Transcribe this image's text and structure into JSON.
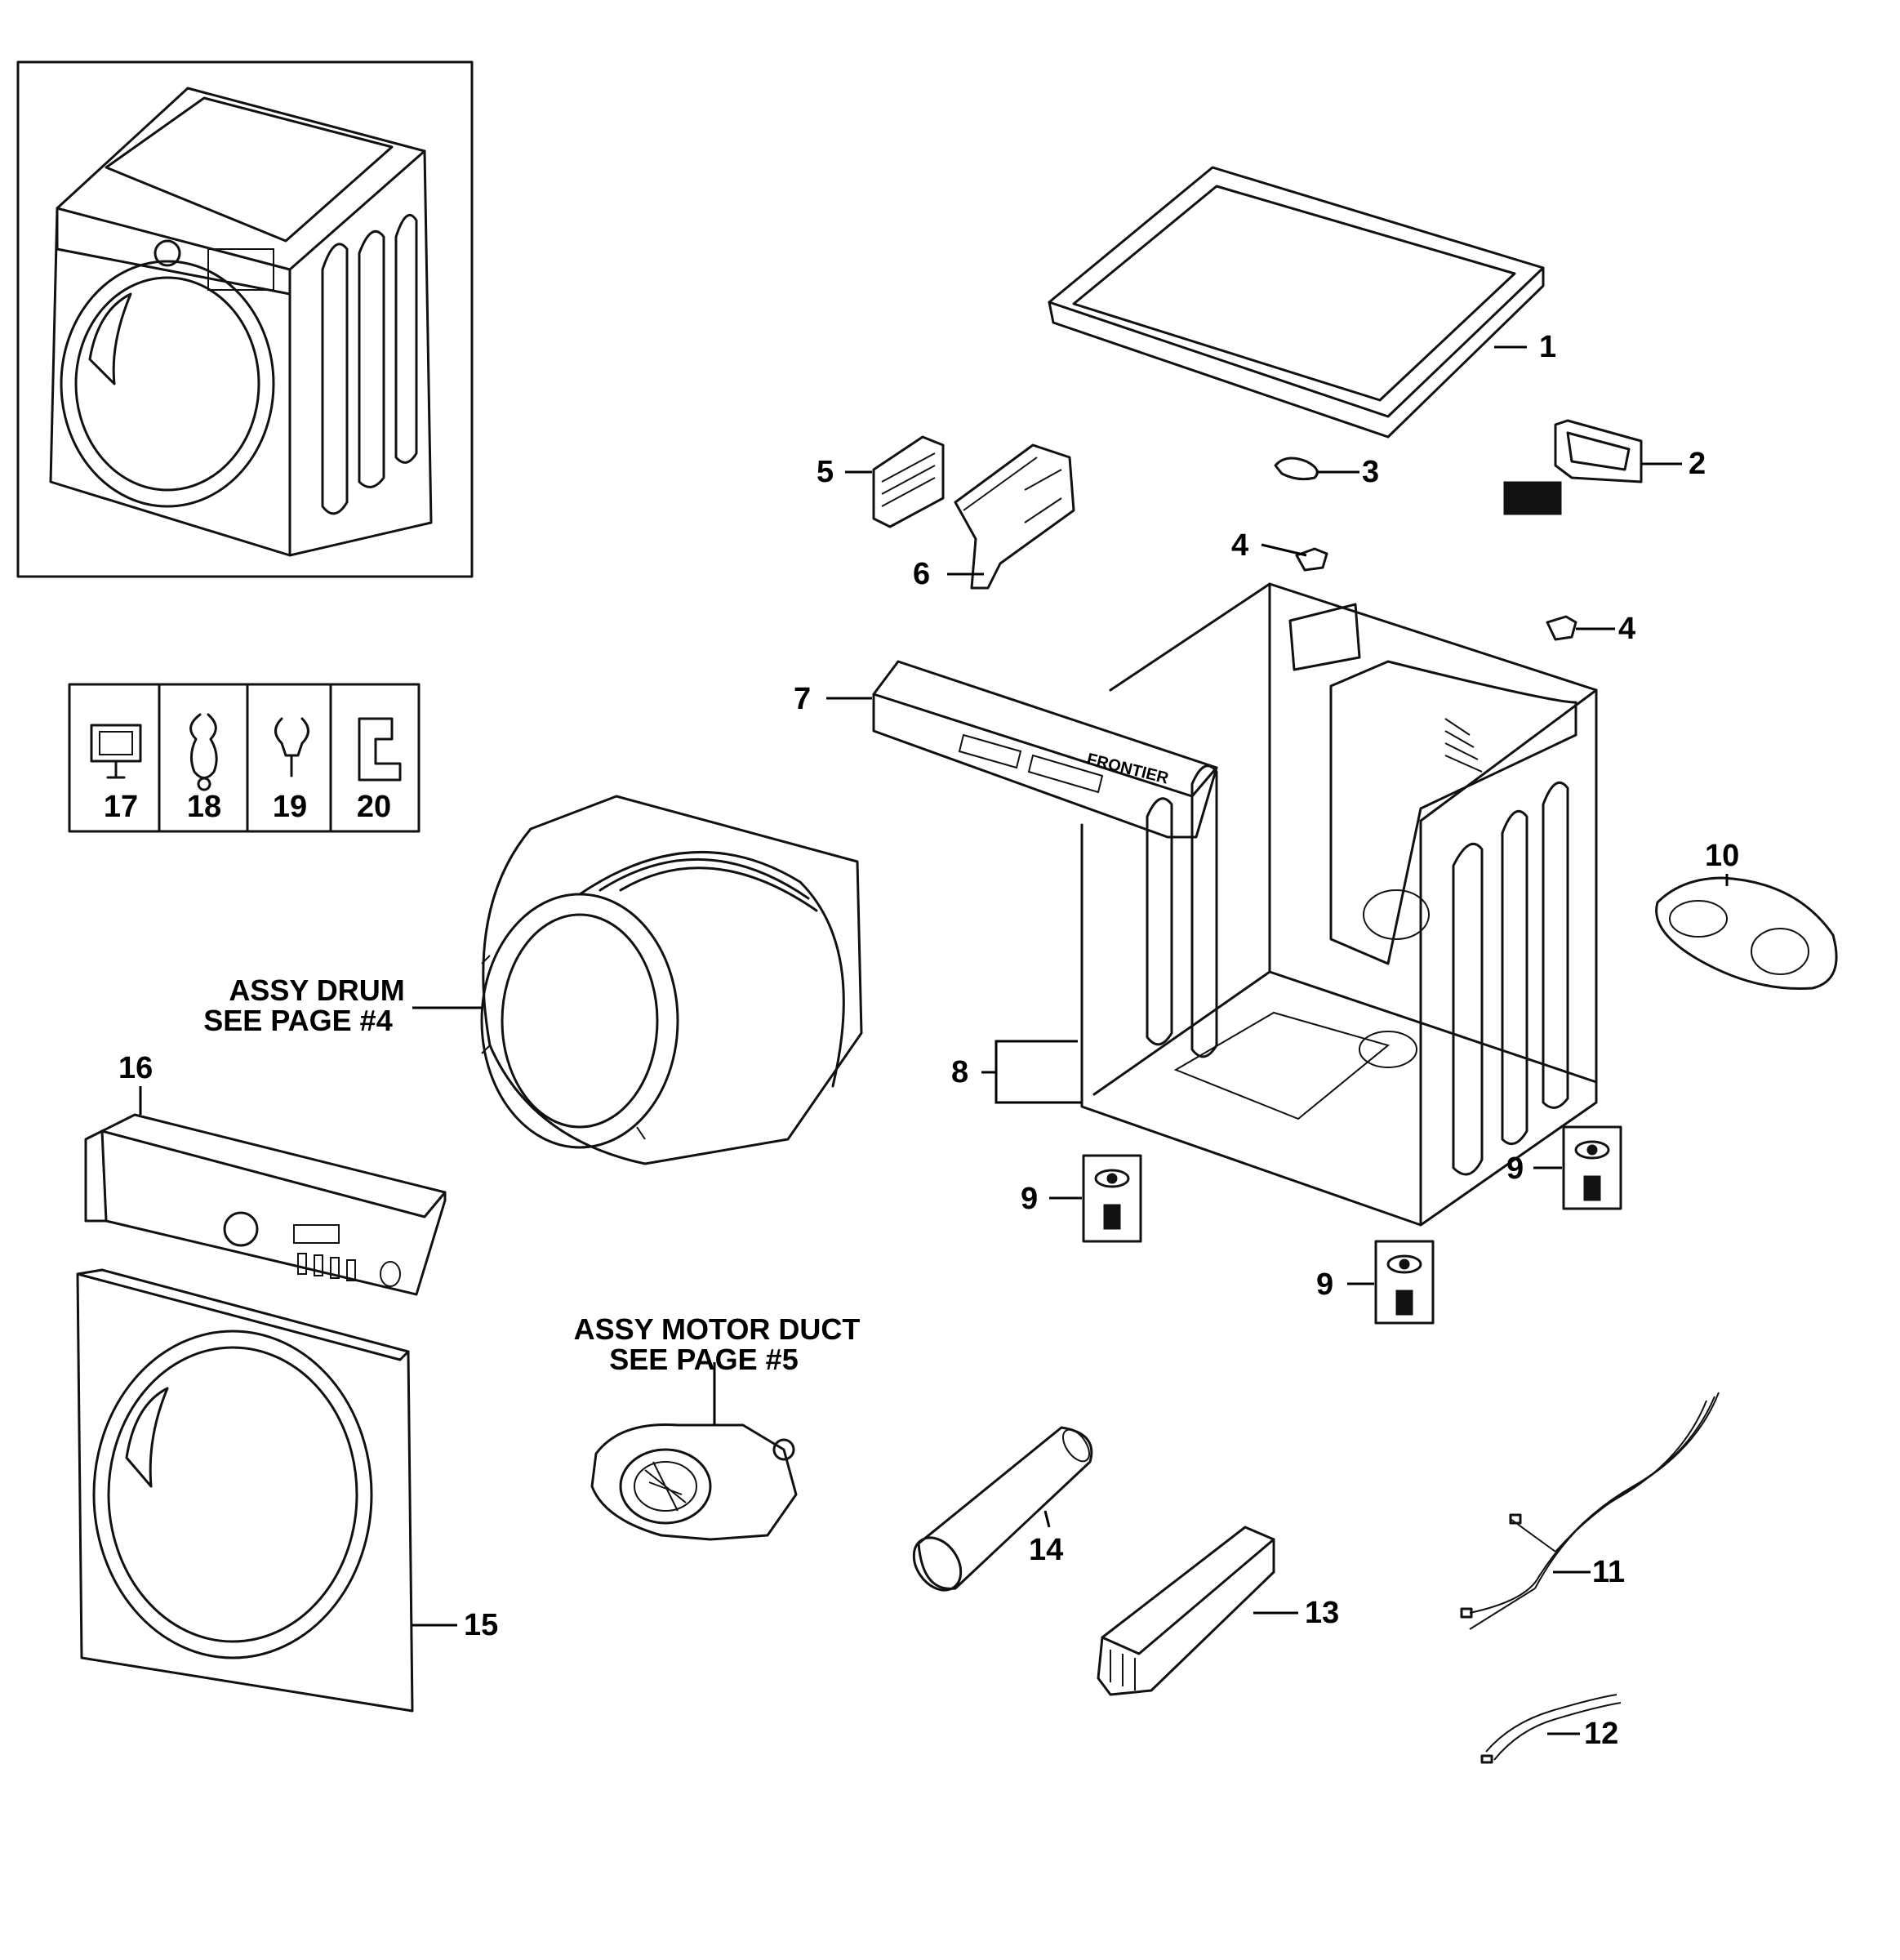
{
  "labels": {
    "p1": "1",
    "p2": "2",
    "p3": "3",
    "p4a": "4",
    "p4b": "4",
    "p5": "5",
    "p6": "6",
    "p7": "7",
    "p8": "8",
    "p9a": "9",
    "p9b": "9",
    "p9c": "9",
    "p10": "10",
    "p11": "11",
    "p12": "12",
    "p13": "13",
    "p14": "14",
    "p15": "15",
    "p16": "16",
    "p17": "17",
    "p18": "18",
    "p19": "19",
    "p20": "20"
  },
  "callouts": {
    "drum_line1": "ASSY DRUM",
    "drum_line2": "SEE PAGE #4",
    "motor_line1": "ASSY MOTOR DUCT",
    "motor_line2": "SEE PAGE #5"
  },
  "brand_text": "FRONTIER"
}
